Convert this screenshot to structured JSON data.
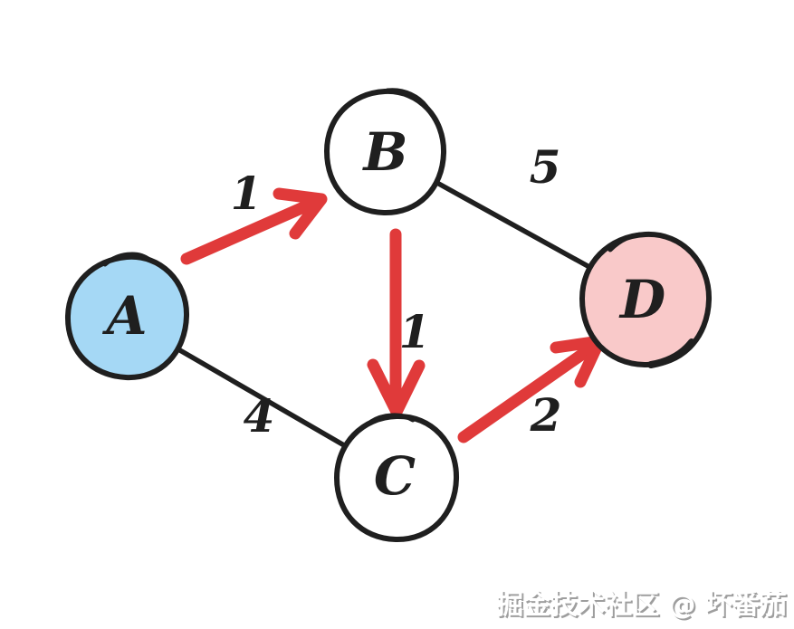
{
  "graph": {
    "nodes": [
      {
        "id": "A",
        "label": "A",
        "fill": "#a5d8f5"
      },
      {
        "id": "B",
        "label": "B",
        "fill": "#ffffff"
      },
      {
        "id": "C",
        "label": "C",
        "fill": "#ffffff"
      },
      {
        "id": "D",
        "label": "D",
        "fill": "#f9c9c9"
      }
    ],
    "edges": [
      {
        "from": "A",
        "to": "B",
        "weight": "1",
        "directed": true,
        "color": "#e03a3a"
      },
      {
        "from": "B",
        "to": "D",
        "weight": "5",
        "directed": false,
        "color": "#1f1f1f"
      },
      {
        "from": "B",
        "to": "C",
        "weight": "1",
        "directed": true,
        "color": "#e03a3a"
      },
      {
        "from": "A",
        "to": "C",
        "weight": "4",
        "directed": false,
        "color": "#1f1f1f"
      },
      {
        "from": "C",
        "to": "D",
        "weight": "2",
        "directed": true,
        "color": "#e03a3a"
      }
    ]
  },
  "watermark": {
    "text": "掘金技术社区 @ 坏番茄"
  },
  "colors": {
    "background": "#ffffff",
    "ink": "#1f1f1f",
    "arrow_red": "#e03a3a",
    "node_blue": "#a5d8f5",
    "node_pink": "#f9c9c9",
    "watermark_fill": "#ffffff",
    "watermark_shadow": "#9e9e9e"
  }
}
